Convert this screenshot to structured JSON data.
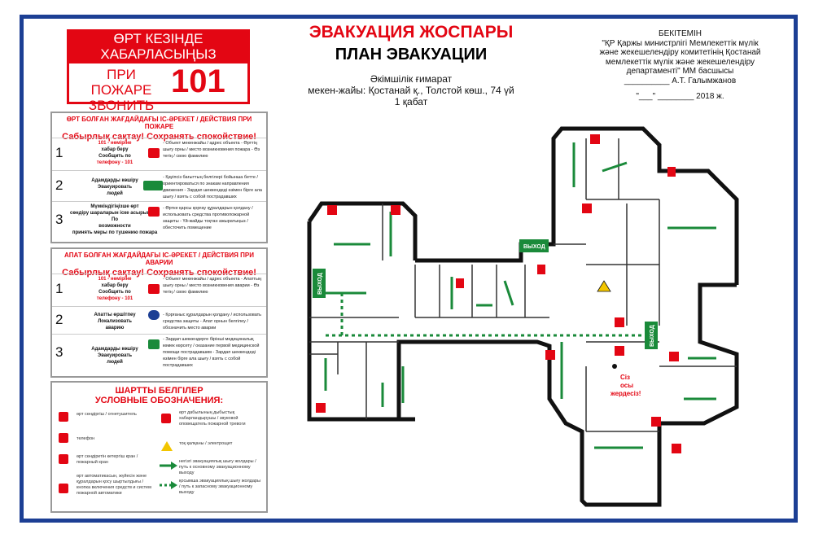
{
  "fire_box": {
    "line1": "ӨРТ КЕЗІНДЕ",
    "line2": "ХАБАРЛАСЫҢЫЗ",
    "line3": "ПРИ ПОЖАРЕ",
    "line4": "ЗВОНИТЬ",
    "number": "101"
  },
  "fire_panel": {
    "header": "ӨРТ БОЛҒАН ЖАҒДАЙДАҒЫ ІС-ӘРЕКЕТ / ДЕЙСТВИЯ ПРИ ПОЖАРЕ",
    "calm": "Сабырлық сақтау!  Сохранять спокойствие!",
    "steps": [
      {
        "n": "1",
        "t1": "101 - нөміріне",
        "t2": "хабар беру",
        "t3": "Сообщить по",
        "t4": "телефону - 101",
        "d": "- Объект мекенжайы / адрес объекта - Өрттің шығу орны / место возникновения пожара - Өз тегің / свою фамилию"
      },
      {
        "n": "2",
        "t1": "Адамдарды көшіру",
        "t2": "Эвакуировать",
        "t3": "людей",
        "t4": "",
        "d": "- Қауіпсіз бағыттың белгілері бойынша бетте / ориентироваться по знакам направления движения - Зардап шеккендеді өзімен бірге ала шығу / взять с собой пострадавших"
      },
      {
        "n": "3",
        "t1": "Мүмкіндігіңізше өрт",
        "t2": "сөндіру шараларын іске асырыңыз / По",
        "t3": "возможности",
        "t4": "принять меры по тушению пожара",
        "d": "- Өртке қарсы қорғау құралдарын қолдану / использовать средства противопожарной защиты - Үй-жайды тоқтан ажыратыңыз / обесточить помещение"
      }
    ]
  },
  "accident_panel": {
    "header": "АПАТ БОЛҒАН ЖАҒДАЙДАҒЫ ІС-ӘРЕКЕТ / ДЕЙСТВИЯ ПРИ АВАРИИ",
    "calm": "Сабырлық сақтау!  Сохранять спокойствие!",
    "steps": [
      {
        "n": "1",
        "t1": "101 - нөміріне",
        "t2": "хабар беру",
        "t3": "Сообщить по",
        "t4": "телефону - 101",
        "d": "- Объект мекенжайы / адрес объекта - Апаттың шығу орны / место возникновения аварии - Өз тегің / свою фамилию"
      },
      {
        "n": "2",
        "t1": "Апатты өршітпеу",
        "t2": "Локализовать",
        "t3": "аварию",
        "t4": "",
        "d": "- Қорғаныс құралдарын қолдану / использовать средства защиты - Апат орнын белгілеу / обозначить место аварии"
      },
      {
        "n": "3",
        "t1": "Адамдарды көшіру",
        "t2": "Эвакуировать",
        "t3": "людей",
        "t4": "",
        "d": "- Зардап шеккендерге бірінші медициналық көмек көрсету / оказание первой медицинской помощи пострадавшим - Зардап шеккендеді өзімен бірге ала шығу / взять с собой пострадавших"
      }
    ]
  },
  "legend": {
    "title1": "ШАРТТЫ БЕЛГІЛЕР",
    "title2": "УСЛОВНЫЕ ОБОЗНАЧЕНИЯ:",
    "items": [
      "өрт сөндіргіш / огнетушитель",
      "телефон",
      "өрт сөндіретін кетергіш кран / пожарный кран",
      "өрт автоматикасын, жүйесін және құралдарын қосу шыртылдығы / кнопка включения средств и систем пожарной автоматики",
      "өрт дабылының дыбыстық хабарландырушы / звуковой оповещатель пожарной тревоги",
      "тоқ қалқаны / электрощит",
      "негізгі эвакуациялық шығу жолдары / путь к основному эвакуационному выходу",
      "қосымша эвакуациялық шығу жолдары / путь к запасному эвакуационному выходу"
    ]
  },
  "title": {
    "kz": "ЭВАКУАЦИЯ ЖОСПАРЫ",
    "ru": "ПЛАН ЭВАКУАЦИИ",
    "l1": "Әкімшілік ғимарат",
    "l2": "мекен-жайы: Қостанай қ., Толстой көш., 74 үй",
    "l3": "1 қабат"
  },
  "approval": {
    "l1": "БЕКІТЕМІН",
    "l2": "\"ҚР Қаржы министрлігі Мемлекеттік мүлік",
    "l3": "және жекешелендіру комитетінің Қостанай",
    "l4": "мемлекеттік мүлік және жекешелендіру",
    "l5": "департаменті\" ММ басшысы",
    "l6": "__________ А.Т. Галымжанов",
    "l7": "\"___\" ________ 2018 ж."
  },
  "plan": {
    "exit1": "ВЫХОД",
    "exit2": "ВЫХОД",
    "exit3": "ВЫХОД",
    "you1": "Сіз",
    "you2": "осы",
    "you3": "жердесіз!"
  },
  "colors": {
    "red": "#e30613",
    "green": "#1a8a3a",
    "wall": "#111111",
    "blue": "#1c3f94"
  }
}
